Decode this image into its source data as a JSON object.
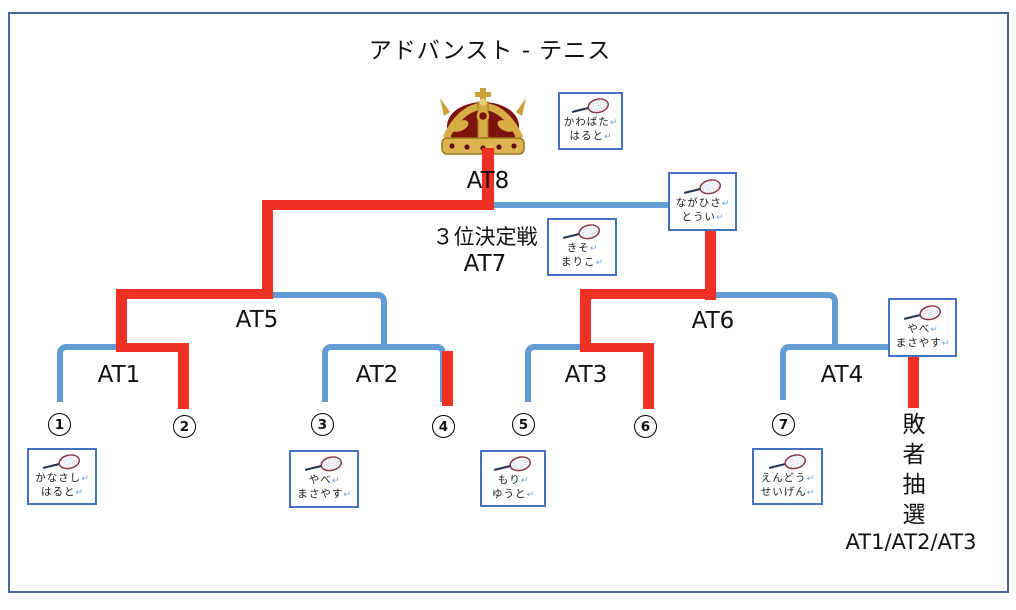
{
  "title": "アドバンスト - テニス",
  "colors": {
    "bracket_blue": "#639bd5",
    "winner_path_red": "#ee3124",
    "player_box_border": "#4472c4",
    "page_border": "#44689c",
    "text": "#111111",
    "return_mark_blue": "#6f9ee8"
  },
  "matches": {
    "at1": "AT1",
    "at2": "AT2",
    "at3": "AT3",
    "at4": "AT4",
    "at5": "AT5",
    "at6": "AT6",
    "at8": "AT8",
    "third_place_title": "３位決定戦",
    "third_place_match": "AT7"
  },
  "seeds": [
    "1",
    "2",
    "3",
    "4",
    "5",
    "6",
    "7"
  ],
  "loser_lottery": {
    "label_vertical": "敗者抽選",
    "matches": "AT1/AT2/AT3"
  },
  "players": {
    "champion": {
      "line1": "かわばた",
      "line2": "はると"
    },
    "runner_up": {
      "line1": "ながひさ",
      "line2": "とうい"
    },
    "third_place": {
      "line1": "きそ",
      "line2": "まりこ"
    },
    "slot8_lottery": {
      "line1": "やべ",
      "line2": "まさやす"
    },
    "seed1": {
      "line1": "かなさし",
      "line2": "はると"
    },
    "seed3": {
      "line1": "やべ",
      "line2": "まさやす"
    },
    "seed5": {
      "line1": "もり",
      "line2": "ゆうと"
    },
    "seed7": {
      "line1": "えんどう",
      "line2": "せいげん"
    }
  },
  "marks": {
    "return": "↵"
  }
}
